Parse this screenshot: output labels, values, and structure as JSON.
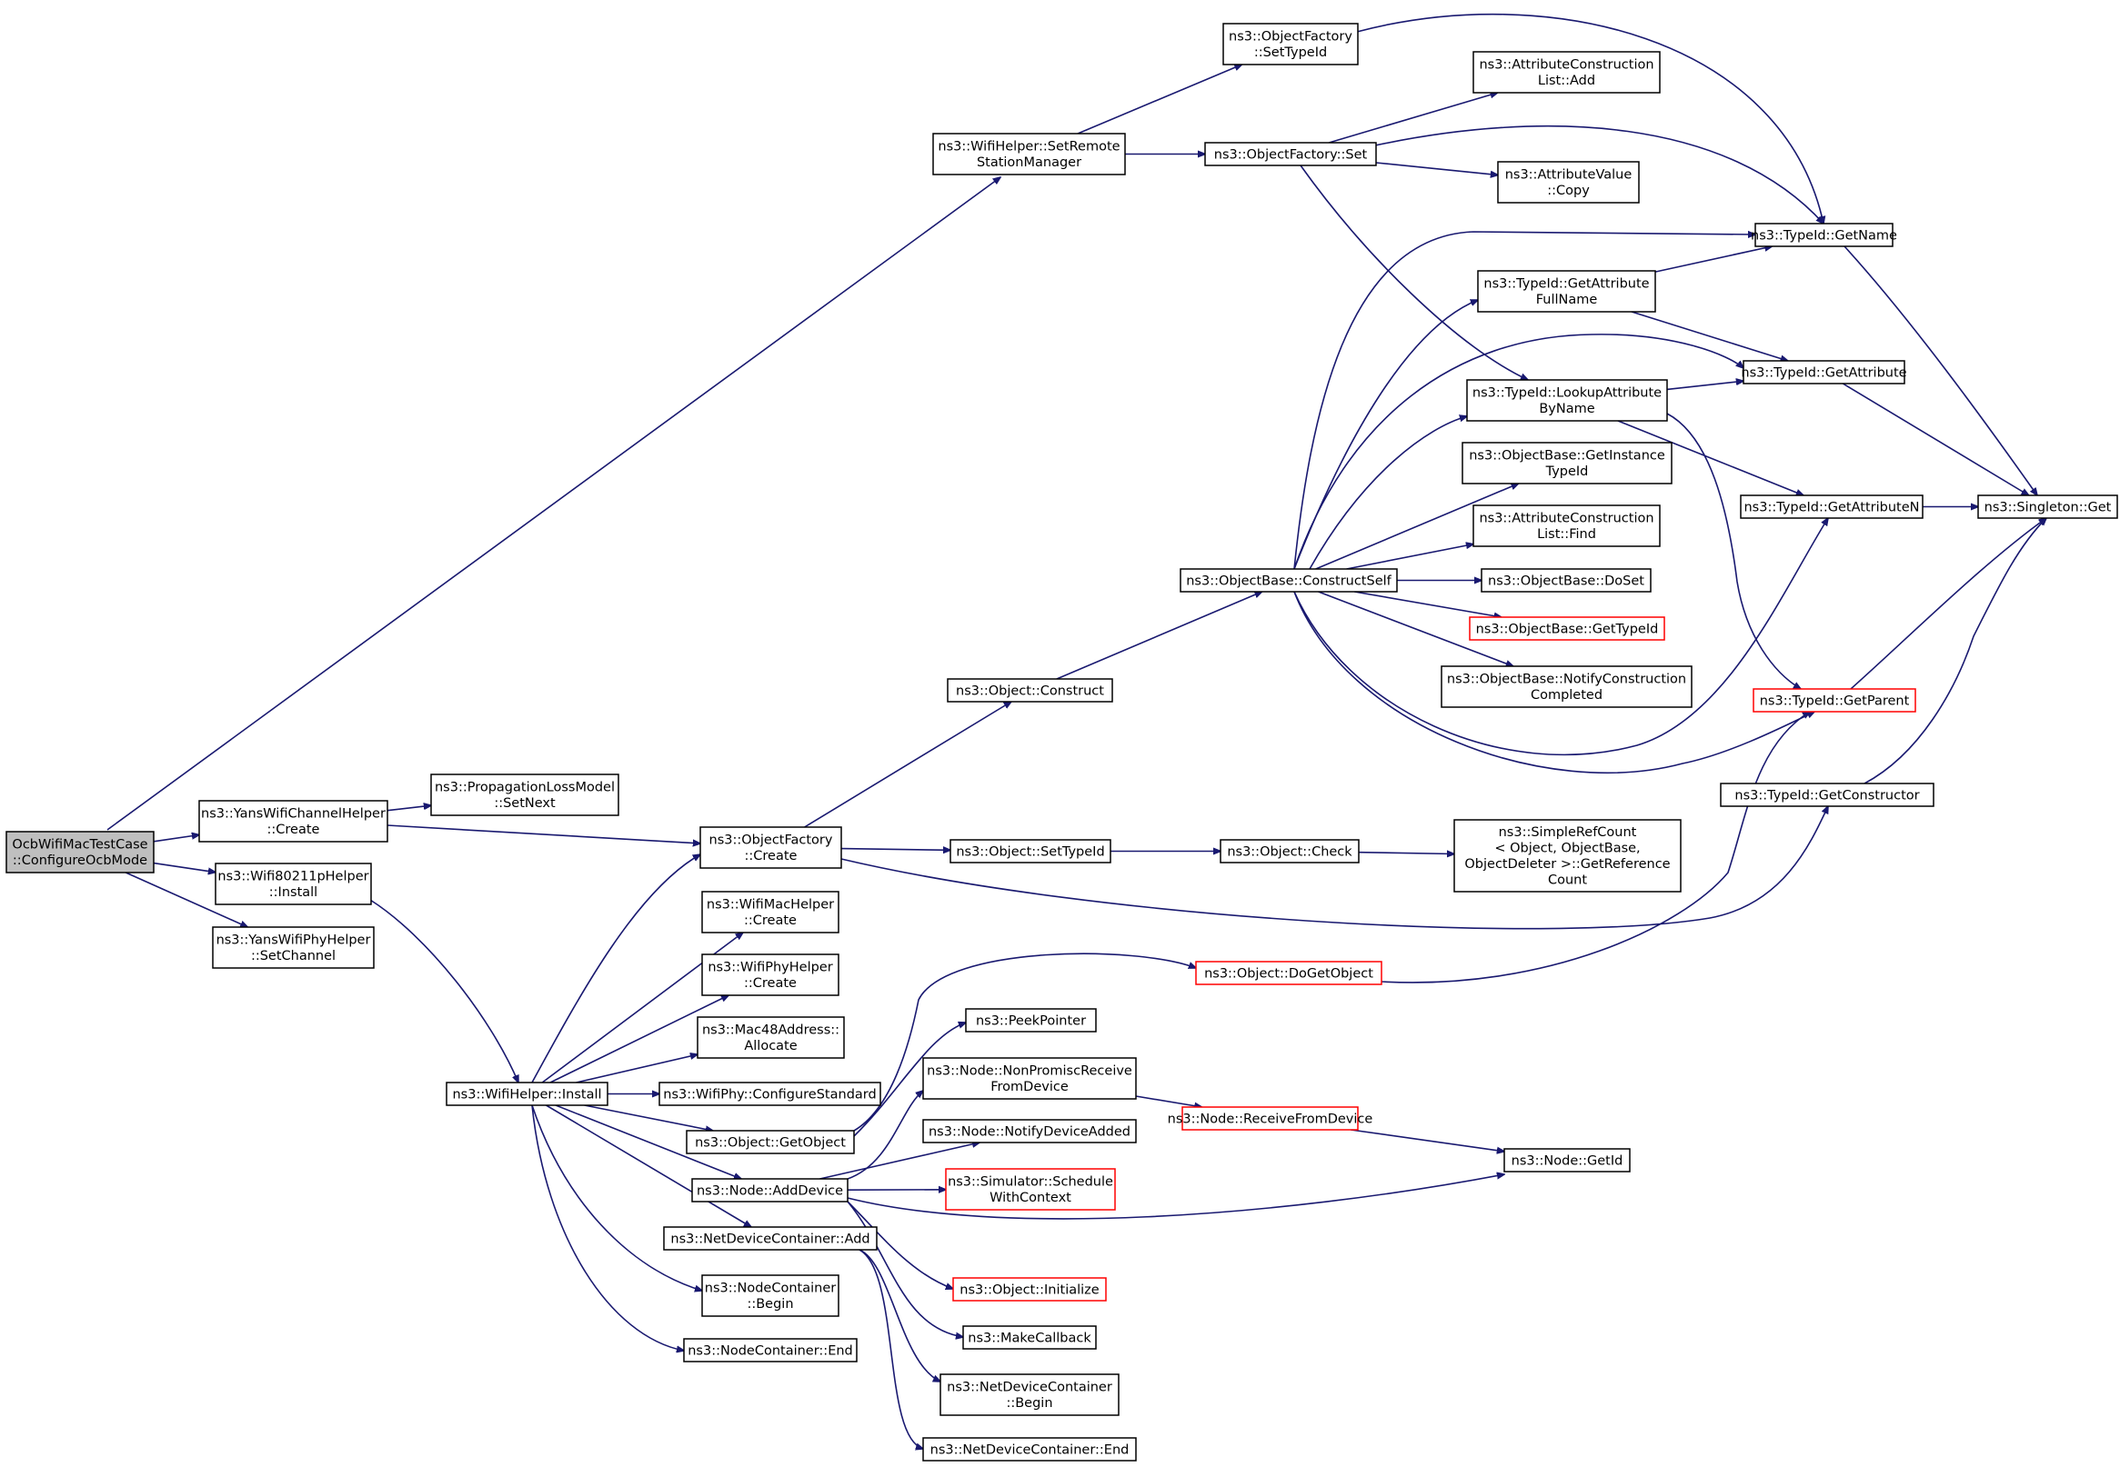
{
  "diagram": {
    "type": "call-graph",
    "colors": {
      "edge": "#191970",
      "node_border": "#000000",
      "truncated_border": "#ff0000",
      "root_fill": "#bfbfbf"
    },
    "nodes": [
      {
        "id": "root",
        "lines": [
          "OcbWifiMacTestCase",
          "::ConfigureOcbMode"
        ]
      },
      {
        "id": "yanschan",
        "lines": [
          "ns3::YansWifiChannelHelper",
          "::Create"
        ]
      },
      {
        "id": "wifi80211",
        "lines": [
          "ns3::Wifi80211pHelper",
          "::Install"
        ]
      },
      {
        "id": "yansphy",
        "lines": [
          "ns3::YansWifiPhyHelper",
          "::SetChannel"
        ]
      },
      {
        "id": "proploss",
        "lines": [
          "ns3::PropagationLossModel",
          "::SetNext"
        ]
      },
      {
        "id": "wifihelperinstall",
        "lines": [
          "ns3::WifiHelper::Install"
        ]
      },
      {
        "id": "setremote",
        "lines": [
          "ns3::WifiHelper::SetRemote",
          "StationManager"
        ]
      },
      {
        "id": "objfactcreate",
        "lines": [
          "ns3::ObjectFactory",
          "::Create"
        ]
      },
      {
        "id": "wifimaccreate",
        "lines": [
          "ns3::WifiMacHelper",
          "::Create"
        ]
      },
      {
        "id": "wifiphycreate",
        "lines": [
          "ns3::WifiPhyHelper",
          "::Create"
        ]
      },
      {
        "id": "mac48",
        "lines": [
          "ns3::Mac48Address::",
          "Allocate"
        ]
      },
      {
        "id": "configstd",
        "lines": [
          "ns3::WifiPhy::ConfigureStandard"
        ]
      },
      {
        "id": "getobject",
        "lines": [
          "ns3::Object::GetObject"
        ]
      },
      {
        "id": "adddevice",
        "lines": [
          "ns3::Node::AddDevice"
        ]
      },
      {
        "id": "ndcadd",
        "lines": [
          "ns3::NetDeviceContainer::Add"
        ]
      },
      {
        "id": "ncbegin",
        "lines": [
          "ns3::NodeContainer",
          "::Begin"
        ]
      },
      {
        "id": "ncend",
        "lines": [
          "ns3::NodeContainer::End"
        ]
      },
      {
        "id": "objfactsettypeid",
        "lines": [
          "ns3::ObjectFactory",
          "::SetTypeId"
        ]
      },
      {
        "id": "objfactset",
        "lines": [
          "ns3::ObjectFactory::Set"
        ]
      },
      {
        "id": "objconstruct",
        "lines": [
          "ns3::Object::Construct"
        ]
      },
      {
        "id": "objsettypeid",
        "lines": [
          "ns3::Object::SetTypeId"
        ]
      },
      {
        "id": "objcheck",
        "lines": [
          "ns3::Object::Check"
        ]
      },
      {
        "id": "simpleref",
        "lines": [
          "ns3::SimpleRefCount",
          "< Object, ObjectBase,",
          "ObjectDeleter >::GetReference",
          "Count"
        ]
      },
      {
        "id": "dogetobject",
        "lines": [
          "ns3::Object::DoGetObject"
        ],
        "truncated": true
      },
      {
        "id": "peekpointer",
        "lines": [
          "ns3::PeekPointer"
        ]
      },
      {
        "id": "nonpromisc",
        "lines": [
          "ns3::Node::NonPromiscReceive",
          "FromDevice"
        ]
      },
      {
        "id": "receivefrom",
        "lines": [
          "ns3::Node::ReceiveFromDevice"
        ],
        "truncated": true
      },
      {
        "id": "notifyadded",
        "lines": [
          "ns3::Node::NotifyDeviceAdded"
        ]
      },
      {
        "id": "schedulectx",
        "lines": [
          "ns3::Simulator::Schedule",
          "WithContext"
        ],
        "truncated": true
      },
      {
        "id": "getid",
        "lines": [
          "ns3::Node::GetId"
        ]
      },
      {
        "id": "objinit",
        "lines": [
          "ns3::Object::Initialize"
        ],
        "truncated": true
      },
      {
        "id": "makecallback",
        "lines": [
          "ns3::MakeCallback"
        ]
      },
      {
        "id": "ndcbegin",
        "lines": [
          "ns3::NetDeviceContainer",
          "::Begin"
        ]
      },
      {
        "id": "ndcend",
        "lines": [
          "ns3::NetDeviceContainer::End"
        ]
      },
      {
        "id": "constructself",
        "lines": [
          "ns3::ObjectBase::ConstructSelf"
        ]
      },
      {
        "id": "acladd",
        "lines": [
          "ns3::AttributeConstruction",
          "List::Add"
        ]
      },
      {
        "id": "attrcopy",
        "lines": [
          "ns3::AttributeValue",
          "::Copy"
        ]
      },
      {
        "id": "getattrfull",
        "lines": [
          "ns3::TypeId::GetAttribute",
          "FullName"
        ]
      },
      {
        "id": "lookupattr",
        "lines": [
          "ns3::TypeId::LookupAttribute",
          "ByName"
        ]
      },
      {
        "id": "getinstance",
        "lines": [
          "ns3::ObjectBase::GetInstance",
          "TypeId"
        ]
      },
      {
        "id": "aclfind",
        "lines": [
          "ns3::AttributeConstruction",
          "List::Find"
        ]
      },
      {
        "id": "doset",
        "lines": [
          "ns3::ObjectBase::DoSet"
        ]
      },
      {
        "id": "gettypeid",
        "lines": [
          "ns3::ObjectBase::GetTypeId"
        ],
        "truncated": true
      },
      {
        "id": "notifyconst",
        "lines": [
          "ns3::ObjectBase::NotifyConstruction",
          "Completed"
        ]
      },
      {
        "id": "getname",
        "lines": [
          "ns3::TypeId::GetName"
        ]
      },
      {
        "id": "getattribute",
        "lines": [
          "ns3::TypeId::GetAttribute"
        ]
      },
      {
        "id": "getattributen",
        "lines": [
          "ns3::TypeId::GetAttributeN"
        ]
      },
      {
        "id": "getparent",
        "lines": [
          "ns3::TypeId::GetParent"
        ],
        "truncated": true
      },
      {
        "id": "getconstructor",
        "lines": [
          "ns3::TypeId::GetConstructor"
        ]
      },
      {
        "id": "singleton",
        "lines": [
          "ns3::Singleton::Get"
        ]
      }
    ]
  }
}
